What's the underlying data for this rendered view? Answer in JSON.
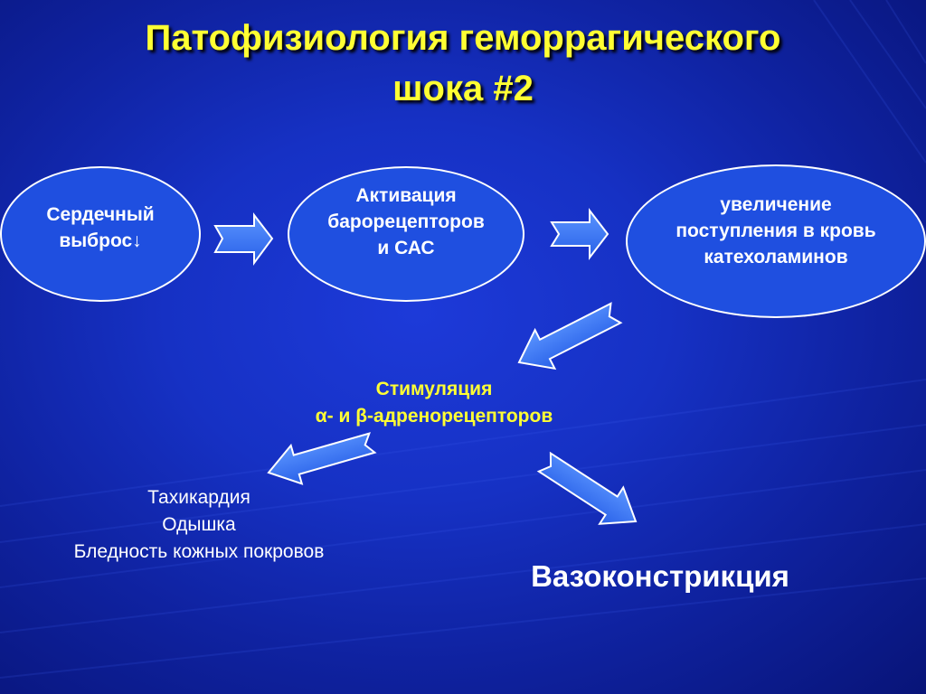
{
  "title": {
    "line1": "Патофизиология геморрагического",
    "line2": "шока #2"
  },
  "nodes": [
    {
      "lines": [
        "Сердечный",
        "выброс↓"
      ]
    },
    {
      "lines": [
        "Активация",
        "барорецепторов",
        "и САС"
      ]
    },
    {
      "lines": [
        "увеличение",
        "поступления в кровь",
        "катехоламинов"
      ]
    }
  ],
  "stimulation": {
    "line1": "Стимуляция",
    "line2": "α- и β-адренорецепторов"
  },
  "effects": [
    "Тахикардия",
    "Одышка",
    "Бледность кожных покровов"
  ],
  "vasoconstriction": "Вазоконстрикция",
  "colors": {
    "background": "#1631c4",
    "title": "#ffff33",
    "node_fill": "#1f4fe0",
    "arrow_fill": "#2b6ef0",
    "text": "#ffffff"
  }
}
